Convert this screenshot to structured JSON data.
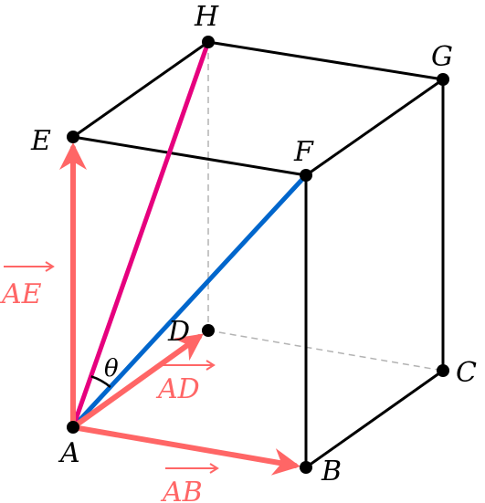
{
  "vertices": {
    "A": "A",
    "B": "B",
    "C": "C",
    "D": "D",
    "E": "E",
    "F": "F",
    "G": "G",
    "H": "H"
  },
  "vectors": {
    "AB": "AB",
    "AD": "AD",
    "AE": "AE"
  },
  "angle": "θ",
  "colors": {
    "edge": "#000000",
    "hidden_edge": "#b3b3b3",
    "basis_vector": "#ff6666",
    "diagonal_AF": "#0066cc",
    "diagonal_AH": "#e6007e"
  }
}
